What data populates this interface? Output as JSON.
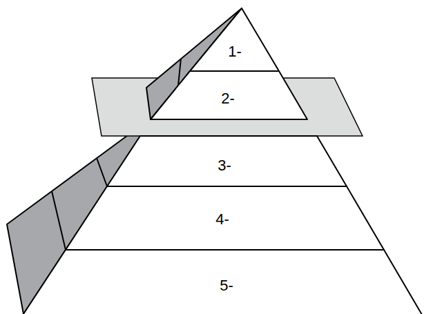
{
  "diagram": {
    "nodes": [
      {
        "text": [
          "1-"
        ]
      },
      {
        "text": [
          "2-"
        ]
      },
      {
        "text": [
          "3-"
        ]
      },
      {
        "text": [
          "4-"
        ]
      },
      {
        "text": [
          "5-"
        ]
      }
    ]
  }
}
